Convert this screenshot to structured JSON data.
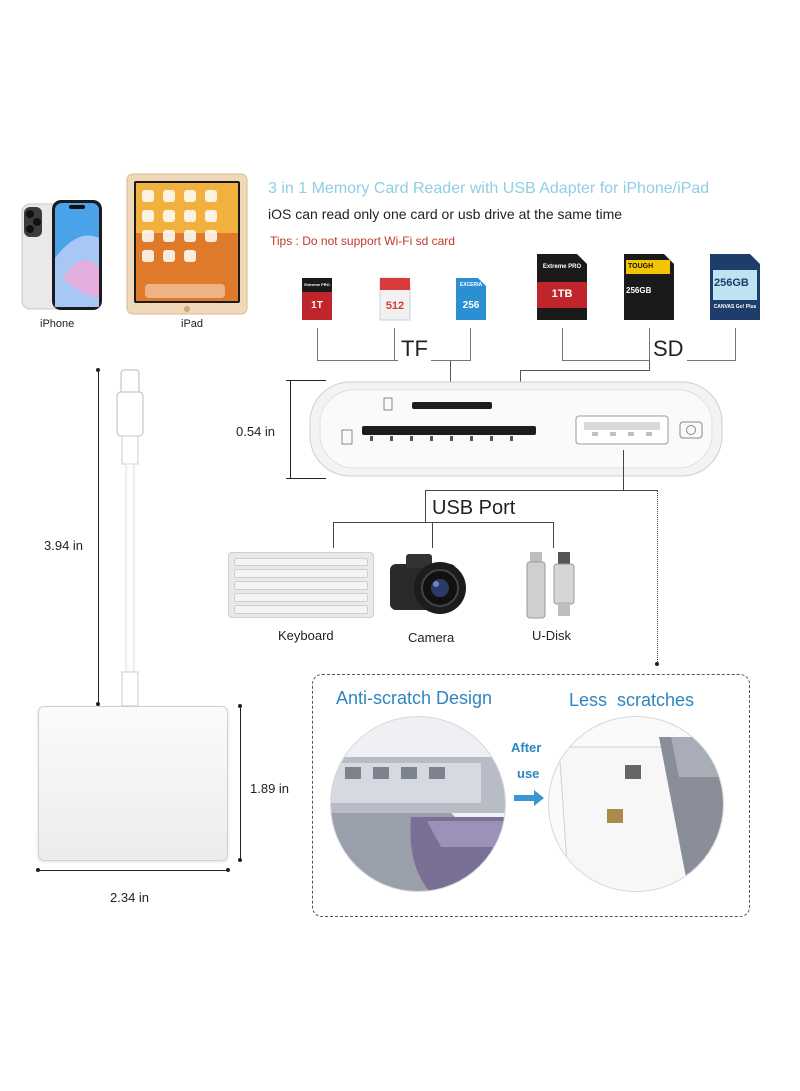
{
  "header": {
    "title": "3 in 1 Memory Card Reader with USB Adapter for iPhone/iPad",
    "subtitle": "iOS can read only one card or usb drive at the same time",
    "tip": "Tips : Do not support Wi-Fi sd card"
  },
  "devices": {
    "iphone_label": "iPhone",
    "ipad_label": "iPad"
  },
  "cards": {
    "tf_label": "TF",
    "sd_label": "SD",
    "tf1_capacity": "1T",
    "tf1_brand": "Extreme PRO",
    "tf2_capacity": "512",
    "tf3_capacity": "256",
    "tf3_brand": "EXCERIA",
    "sd1_brand": "Extreme PRO",
    "sd1_capacity": "1TB",
    "sd2_brand": "TOUGH",
    "sd2_capacity": "256GB",
    "sd3_capacity": "256GB",
    "sd3_brand": "CANVAS Go! Plus"
  },
  "dimensions": {
    "reader_height": "0.54 in",
    "cable_length": "3.94 in",
    "body_height": "1.89 in",
    "body_width": "2.34 in"
  },
  "usb": {
    "port_label": "USB Port",
    "keyboard_label": "Keyboard",
    "camera_label": "Camera",
    "udisk_label": "U-Disk"
  },
  "scratch": {
    "left_title": "Anti-scratch Design",
    "right_title": "Less  scratches",
    "after_line1": "After",
    "after_line2": "use"
  },
  "colors": {
    "title": "#8ecfe6",
    "tip": "#c0392b",
    "accent_blue": "#2e86c1",
    "after_text": "#2e86c1"
  }
}
